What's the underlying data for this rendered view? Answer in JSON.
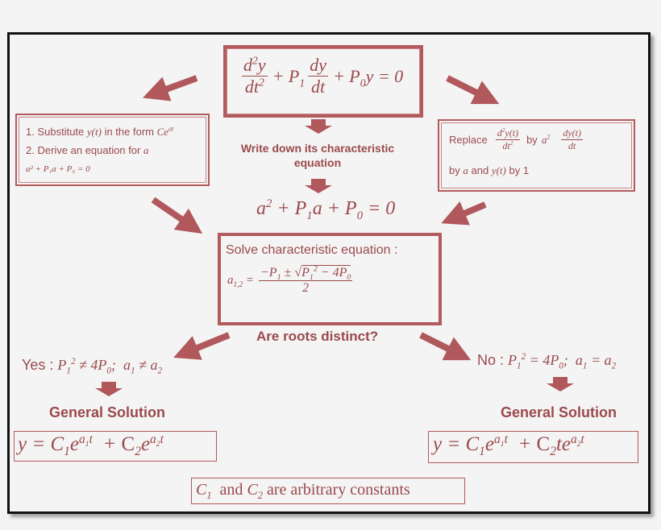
{
  "ode": {
    "d2y": "d",
    "lhs_plus1": "+ P",
    "lhs_plus2": "+ P",
    "eq0": "y = 0"
  },
  "left_box": {
    "line1": "1. Substitute",
    "line1_fn": "y(t)",
    "line1_tail": "in the form",
    "line1_ce": "Ce",
    "line2": "2. Derive an equation for",
    "line2_var": "a",
    "line3": "a² + P₁a + P₀ = 0"
  },
  "center_label": "Write down its characteristic equation",
  "right_box": {
    "replace": "Replace",
    "by_a2": "by",
    "by_a_and": "by",
    "a_and": "and",
    "by_1": "by 1"
  },
  "char_eq": "a² + P₁a + P₀ = 0",
  "solve_title": "Solve characteristic equation :",
  "question": "Are roots distinct?",
  "yes_label": "Yes",
  "no_label": "No",
  "general_solution_left": "General Solution",
  "general_solution_right": "General Solution",
  "footer_text": "are arbitrary constants",
  "colors": {
    "accent": "#b35a5c",
    "text": "#9b4a4c",
    "arrow": "#b0585b",
    "background": "#f4f4f4"
  }
}
